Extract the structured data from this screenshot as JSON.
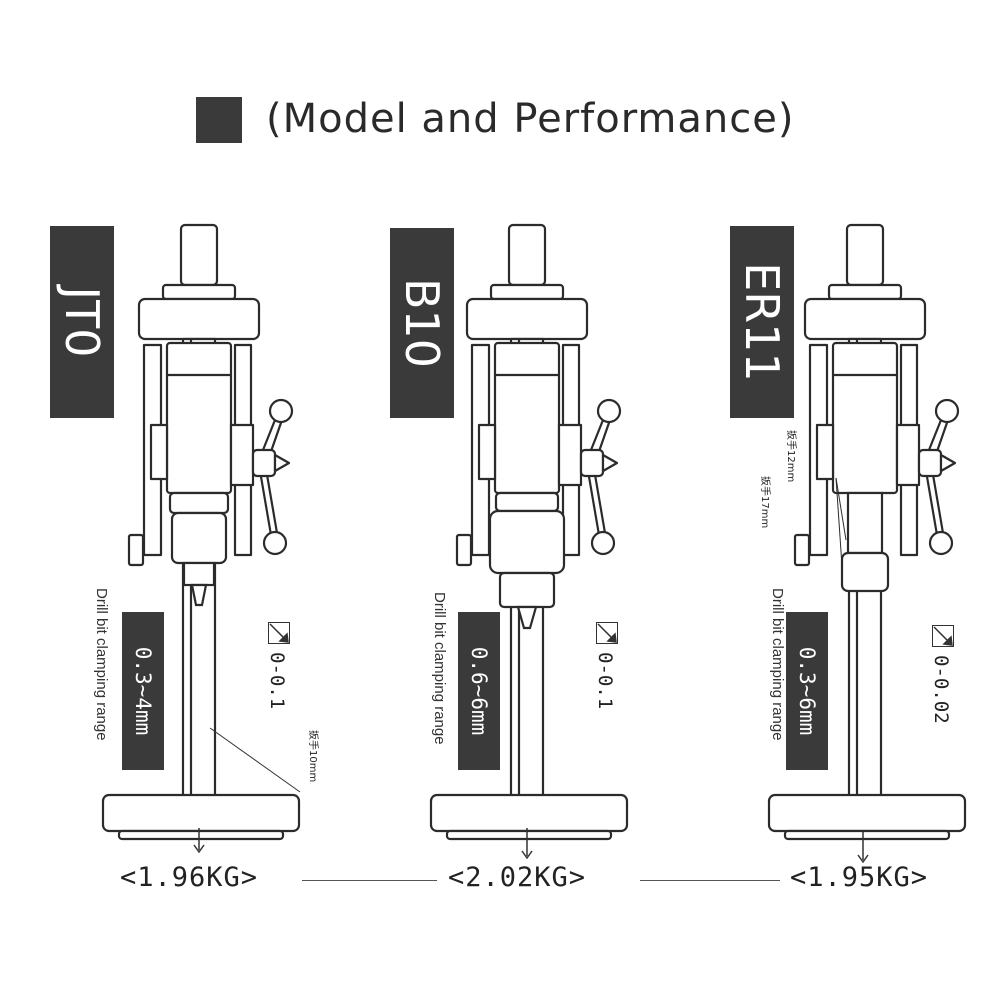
{
  "header": {
    "title": "(Model and Performance)"
  },
  "models": [
    {
      "name": "JT0",
      "clamping_range": "0.3~4mm",
      "clamping_label": "Drill bit clamping range",
      "tolerance": "0-0.1",
      "weight": "<1.96KG>",
      "callouts": [
        {
          "text": "扳手10mm"
        }
      ]
    },
    {
      "name": "B10",
      "clamping_range": "0.6~6mm",
      "clamping_label": "Drill bit clamping range",
      "tolerance": "0-0.1",
      "weight": "<2.02KG>",
      "callouts": []
    },
    {
      "name": "ER11",
      "clamping_range": "0.3~6mm",
      "clamping_label": "Drill bit clamping range",
      "tolerance": "0-0.02",
      "weight": "<1.95KG>",
      "callouts": [
        {
          "text": "扳手12mm"
        },
        {
          "text": "扳手17mm"
        }
      ]
    }
  ],
  "colors": {
    "tag_background": "#3a3a3a",
    "tag_text": "#ffffff",
    "line_art": "#2b2b2b"
  },
  "icons": {
    "tolerance": "runout-gauge-icon",
    "arrow": "down-arrow-icon"
  }
}
